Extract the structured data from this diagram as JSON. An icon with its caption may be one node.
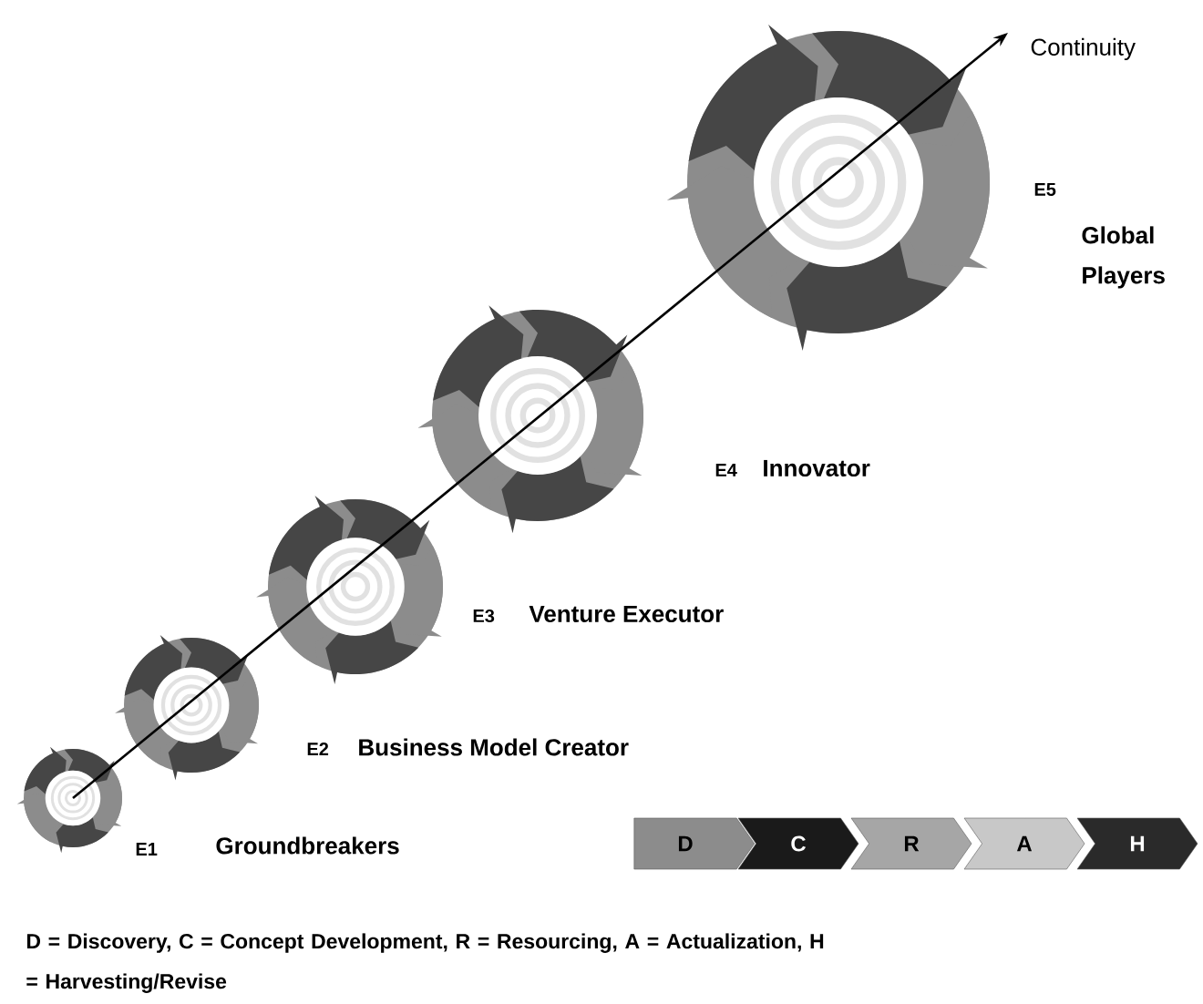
{
  "diagram": {
    "caption": "D = Discovery, C = Concept Development, R = Resourcing, A = Actualization, H = Harvesting/Revise",
    "nodes": [
      {
        "text": [],
        "shape": "circle",
        "beside": [
          "E1",
          "Groundbreakers"
        ]
      },
      {
        "text": [],
        "shape": "circle",
        "beside": [
          "E2",
          "Business Model Creator"
        ]
      },
      {
        "text": [],
        "shape": "circle",
        "beside": [
          "E3",
          "Venture Executor"
        ]
      },
      {
        "text": [],
        "shape": "circle",
        "beside": [
          "E4",
          "Innovator"
        ]
      },
      {
        "text": [],
        "shape": "circle",
        "beside": [
          "E5",
          "Global Players"
        ]
      },
      {
        "text": [
          "D"
        ]
      },
      {
        "text": [
          "C"
        ]
      },
      {
        "text": [
          "R"
        ]
      },
      {
        "text": [
          "A"
        ]
      },
      {
        "text": [
          "H"
        ]
      }
    ],
    "labels": [
      "Continuity"
    ]
  }
}
